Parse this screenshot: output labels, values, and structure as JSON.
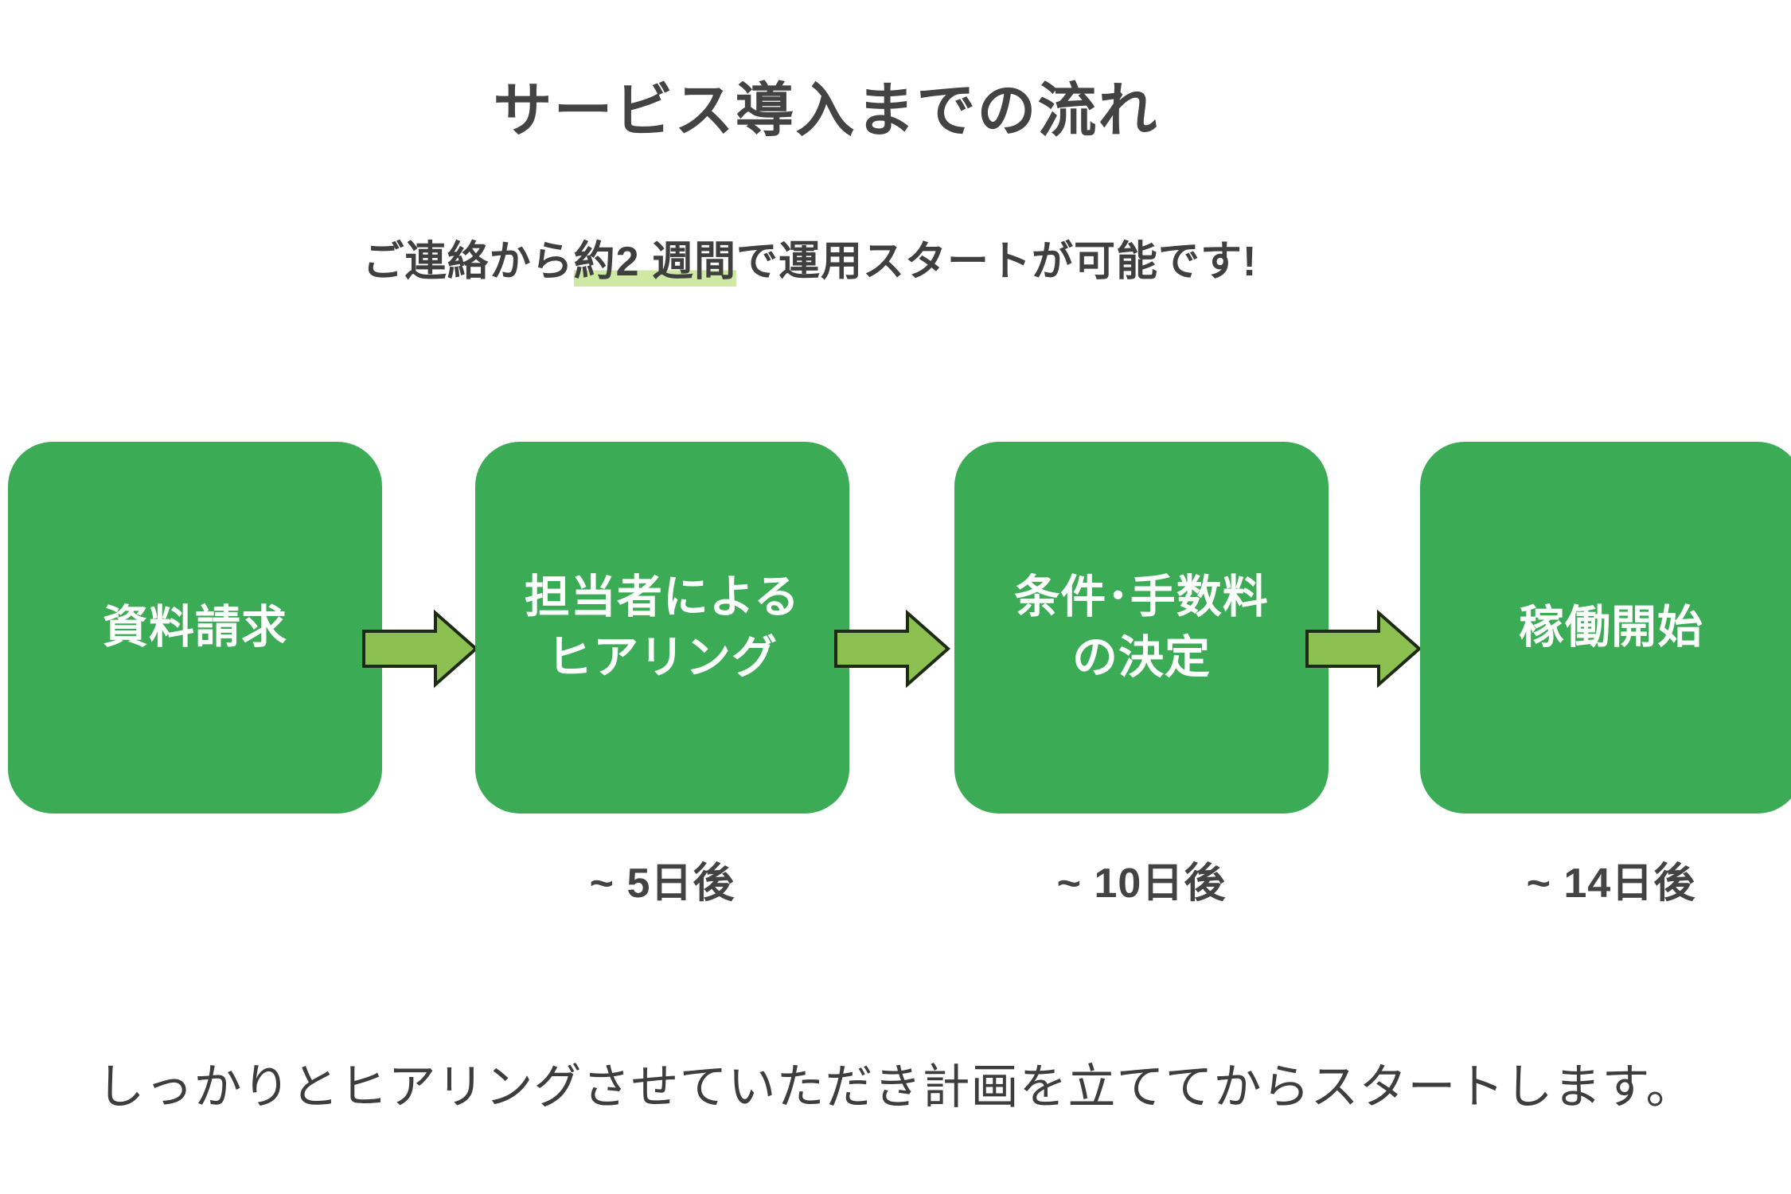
{
  "page": {
    "title": "サービス導入までの流れ",
    "subtitle_before": "ご連絡から",
    "subtitle_highlight": "約2 週間",
    "subtitle_after": "で運用スタートが可能です!",
    "footer_caption": "しっかりとヒアリングさせていただき計画を立ててからスタートします。"
  },
  "colors": {
    "box_green": "#3BAB55",
    "arrow_green": "#8CC152",
    "arrow_outline": "#1F2A16",
    "highlight_green": "#CFE9A4",
    "text_dark": "#434343",
    "text_on_box": "#FFFFFF",
    "background": "#FFFFFF"
  },
  "flow": {
    "steps": [
      {
        "label": "資料請求",
        "day_label": ""
      },
      {
        "label": "担当者による\nヒアリング",
        "day_label": "~ 5日後"
      },
      {
        "label": "条件･手数料\nの決定",
        "day_label": "~ 10日後"
      },
      {
        "label": "稼働開始",
        "day_label": "~ 14日後"
      }
    ],
    "arrows": [
      {
        "icon": "arrow-right-icon"
      },
      {
        "icon": "arrow-right-icon"
      },
      {
        "icon": "arrow-right-icon"
      }
    ]
  }
}
